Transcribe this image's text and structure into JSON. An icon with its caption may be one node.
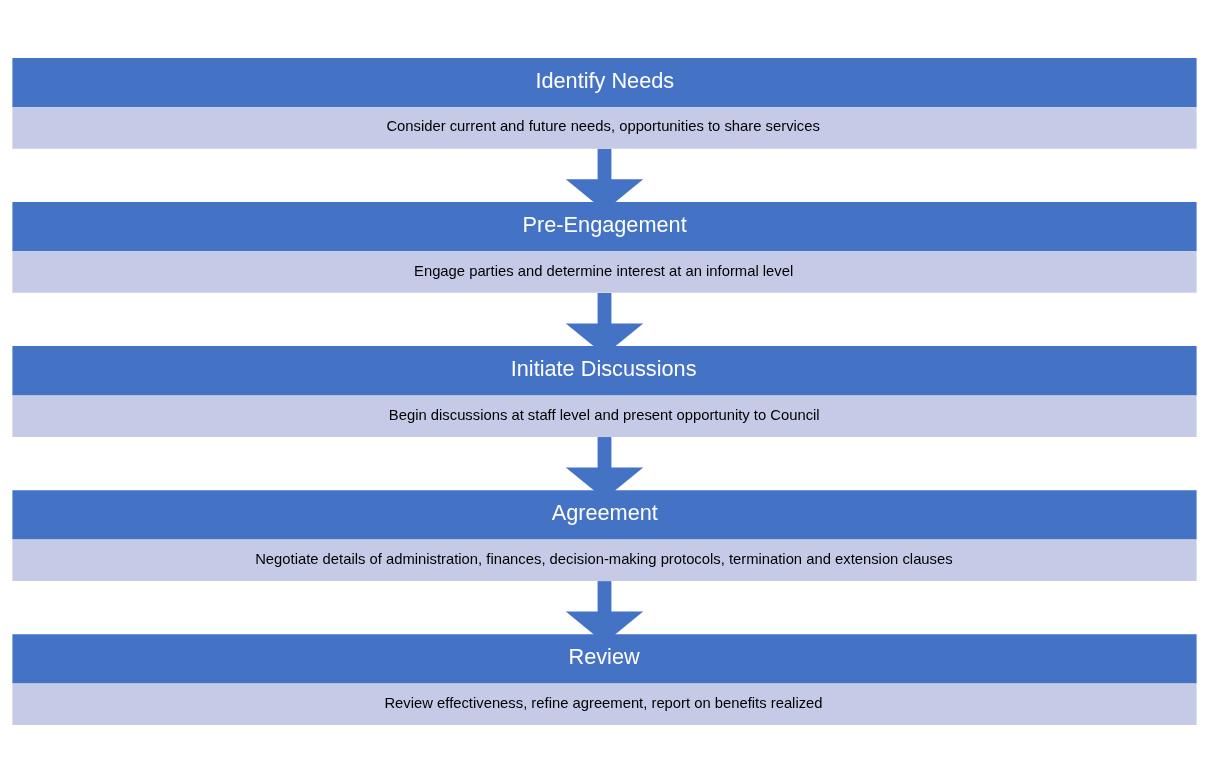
{
  "diagram": {
    "nodes": [
      {
        "text": [
          "Identify Needs",
          "Consider current and future needs, opportunities to share services"
        ]
      },
      {
        "text": [
          "Pre-Engagement",
          "Engage parties and determine interest at an informal level"
        ]
      },
      {
        "text": [
          "Initiate Discussions",
          "Begin discussions at staff level and present opportunity to Council"
        ]
      },
      {
        "text": [
          "Agreement",
          "Negotiate details of administration, finances, decision-making protocols, termination and extension clauses"
        ]
      },
      {
        "text": [
          "Review",
          "Review effectiveness, refine agreement, report on benefits realized"
        ]
      }
    ],
    "edges": [
      {
        "from": 0,
        "to": 1,
        "arrow": "to"
      },
      {
        "from": 1,
        "to": 2,
        "arrow": "to"
      },
      {
        "from": 2,
        "to": 3,
        "arrow": "to"
      },
      {
        "from": 3,
        "to": 4,
        "arrow": "to"
      }
    ]
  }
}
